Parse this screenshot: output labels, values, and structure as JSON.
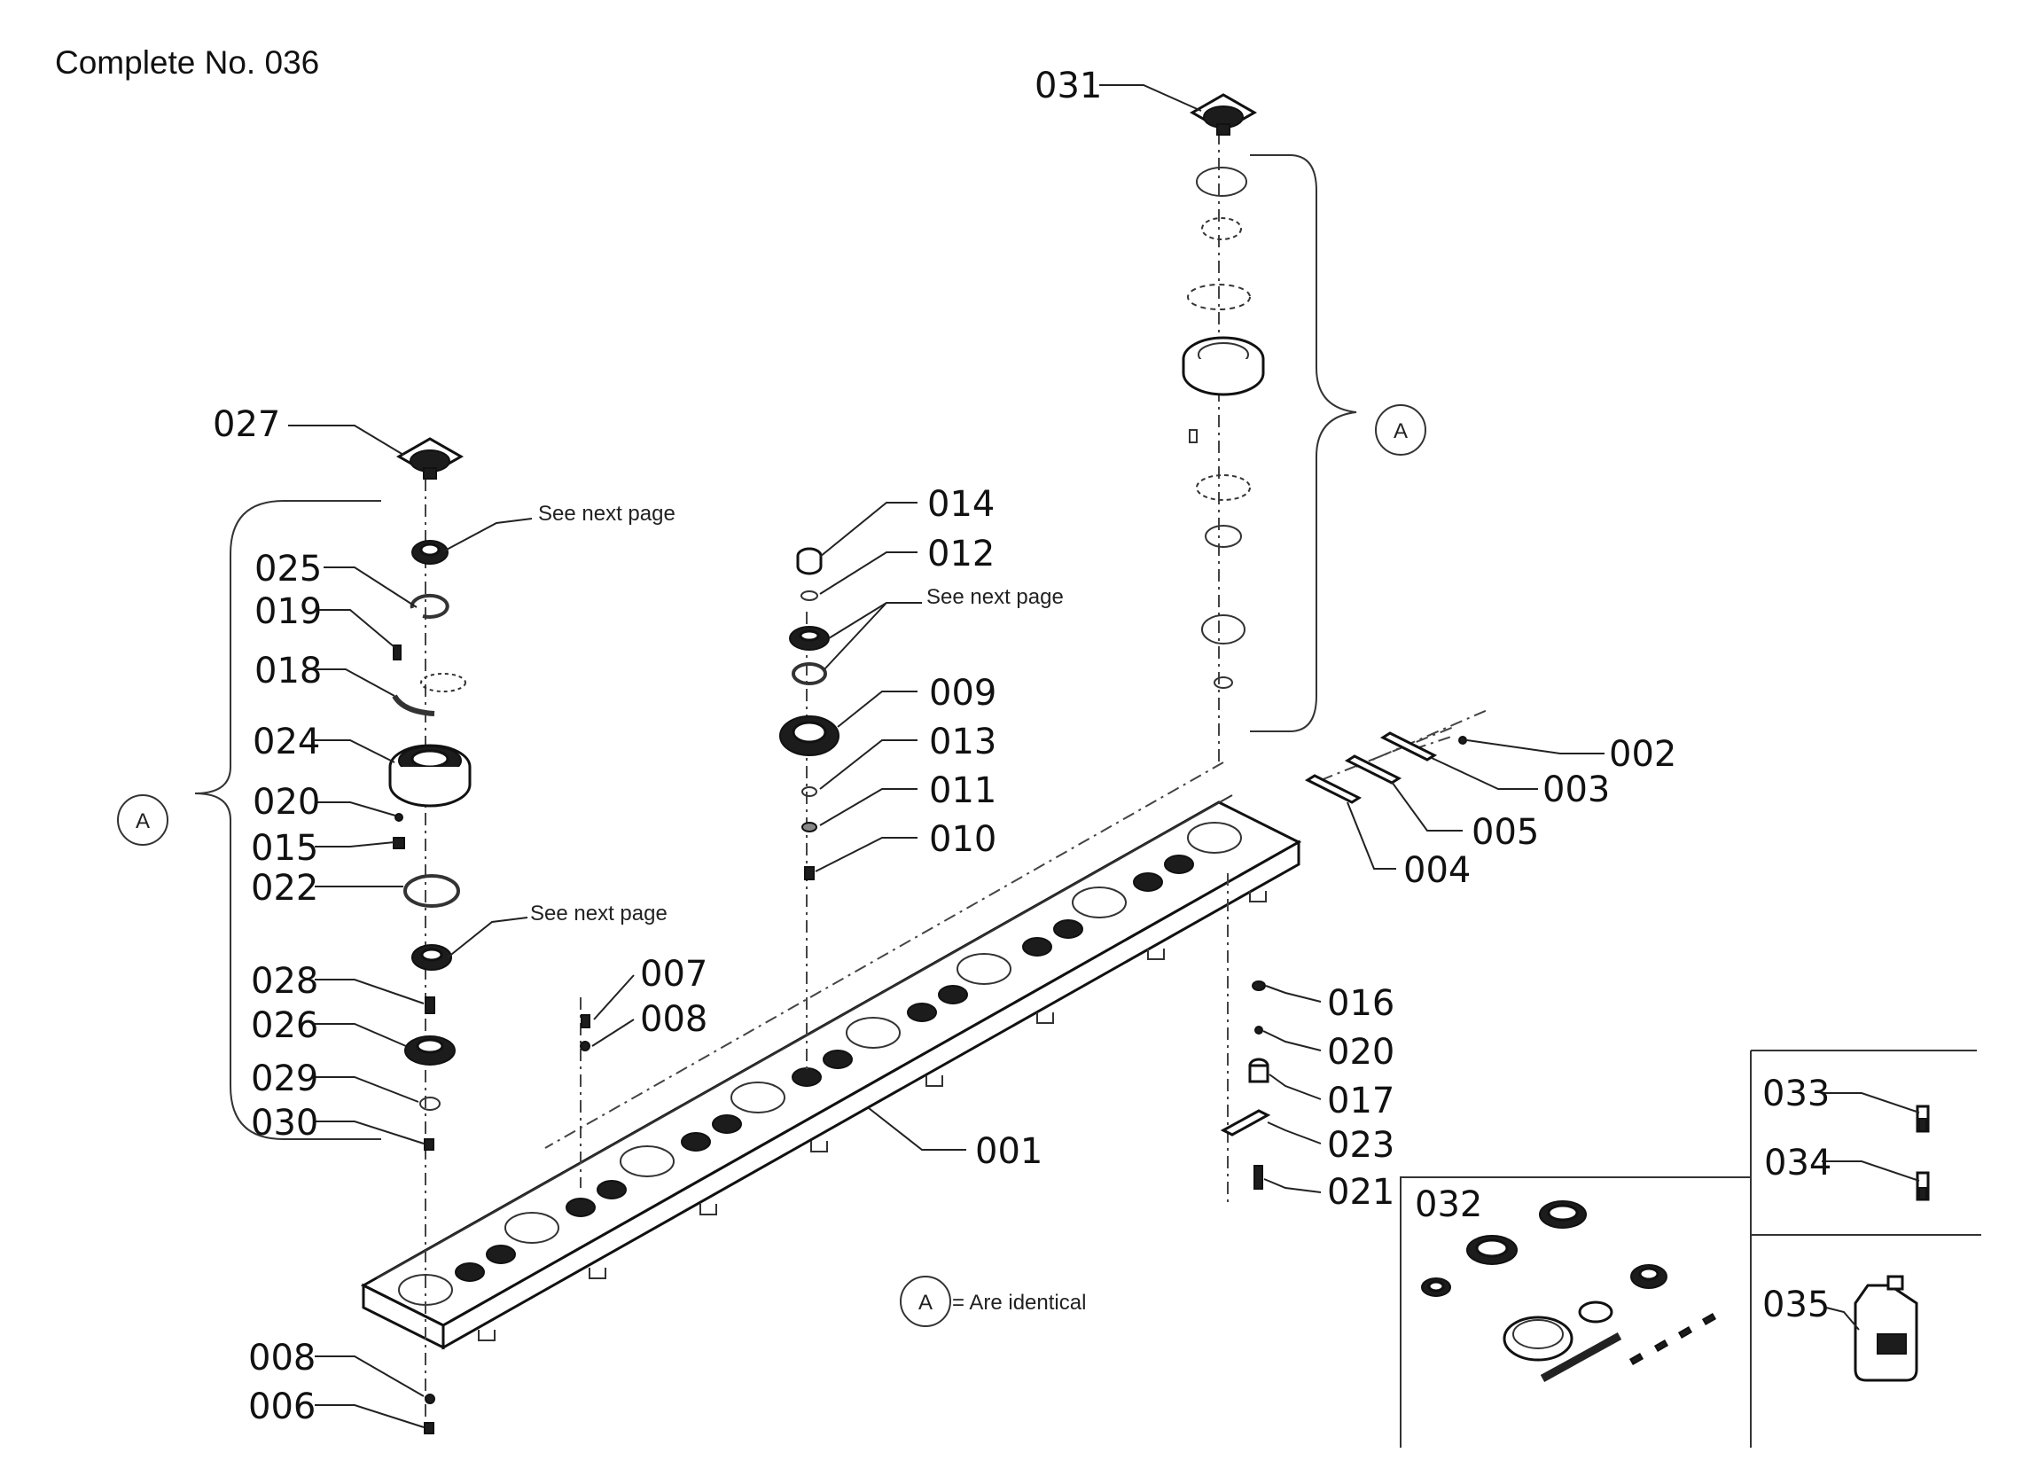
{
  "title": "Complete No. 036",
  "notes": {
    "see_next_page": "See next page",
    "group_letter": "A",
    "legend_text": "= Are identical"
  },
  "labels": [
    {
      "id": "001",
      "text": "001"
    },
    {
      "id": "002",
      "text": "002"
    },
    {
      "id": "003",
      "text": "003"
    },
    {
      "id": "004",
      "text": "004"
    },
    {
      "id": "005",
      "text": "005"
    },
    {
      "id": "006",
      "text": "006"
    },
    {
      "id": "007",
      "text": "007"
    },
    {
      "id": "008a",
      "text": "008"
    },
    {
      "id": "008b",
      "text": "008"
    },
    {
      "id": "009",
      "text": "009"
    },
    {
      "id": "010",
      "text": "010"
    },
    {
      "id": "011",
      "text": "011"
    },
    {
      "id": "012",
      "text": "012"
    },
    {
      "id": "013",
      "text": "013"
    },
    {
      "id": "014",
      "text": "014"
    },
    {
      "id": "015",
      "text": "015"
    },
    {
      "id": "016",
      "text": "016"
    },
    {
      "id": "017",
      "text": "017"
    },
    {
      "id": "018",
      "text": "018"
    },
    {
      "id": "019",
      "text": "019"
    },
    {
      "id": "020a",
      "text": "020"
    },
    {
      "id": "020b",
      "text": "020"
    },
    {
      "id": "021",
      "text": "021"
    },
    {
      "id": "022",
      "text": "022"
    },
    {
      "id": "023",
      "text": "023"
    },
    {
      "id": "024",
      "text": "024"
    },
    {
      "id": "025",
      "text": "025"
    },
    {
      "id": "026",
      "text": "026"
    },
    {
      "id": "027",
      "text": "027"
    },
    {
      "id": "028",
      "text": "028"
    },
    {
      "id": "029",
      "text": "029"
    },
    {
      "id": "030",
      "text": "030"
    },
    {
      "id": "031",
      "text": "031"
    },
    {
      "id": "032",
      "text": "032"
    },
    {
      "id": "033",
      "text": "033"
    },
    {
      "id": "034",
      "text": "034"
    },
    {
      "id": "035",
      "text": "035"
    }
  ]
}
